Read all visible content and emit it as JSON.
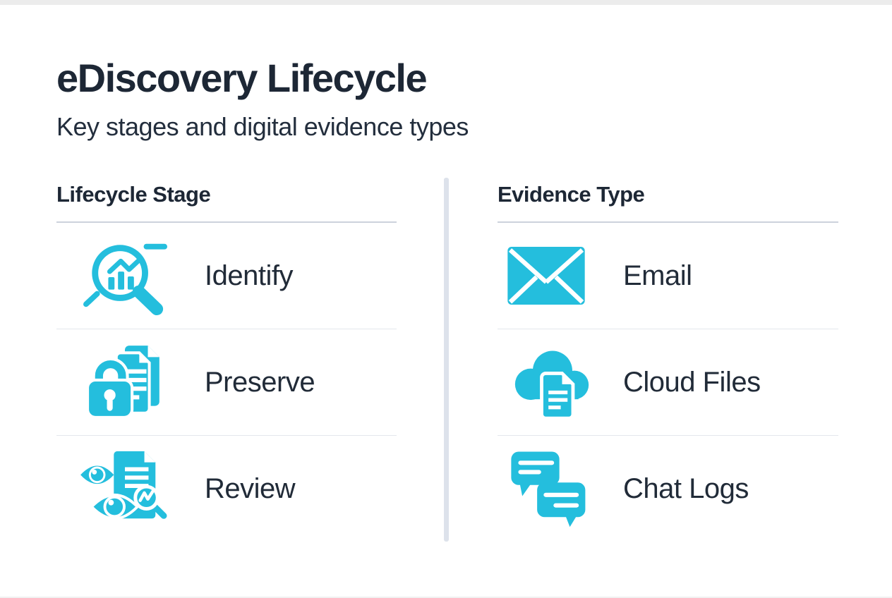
{
  "page": {
    "title": "eDiscovery Lifecycle",
    "subtitle": "Key stages and digital evidence types"
  },
  "colors": {
    "accent_cyan": "#24bedd",
    "heading_navy": "#1d2735",
    "label_navy": "#212b38",
    "header_underline": "#ccd2dc",
    "row_separator": "#e4e7ec",
    "column_divider": "#dde2eb"
  },
  "columns": [
    {
      "header": "Lifecycle Stage",
      "rows": [
        {
          "icon": "magnifier-bar-chart-icon",
          "label": "Identify"
        },
        {
          "icon": "lock-documents-icon",
          "label": "Preserve"
        },
        {
          "icon": "eyes-document-magnifier-icon",
          "label": "Review"
        }
      ]
    },
    {
      "header": "Evidence Type",
      "rows": [
        {
          "icon": "envelope-icon",
          "label": "Email"
        },
        {
          "icon": "cloud-document-icon",
          "label": "Cloud Files"
        },
        {
          "icon": "chat-bubbles-icon",
          "label": "Chat Logs"
        }
      ]
    }
  ]
}
